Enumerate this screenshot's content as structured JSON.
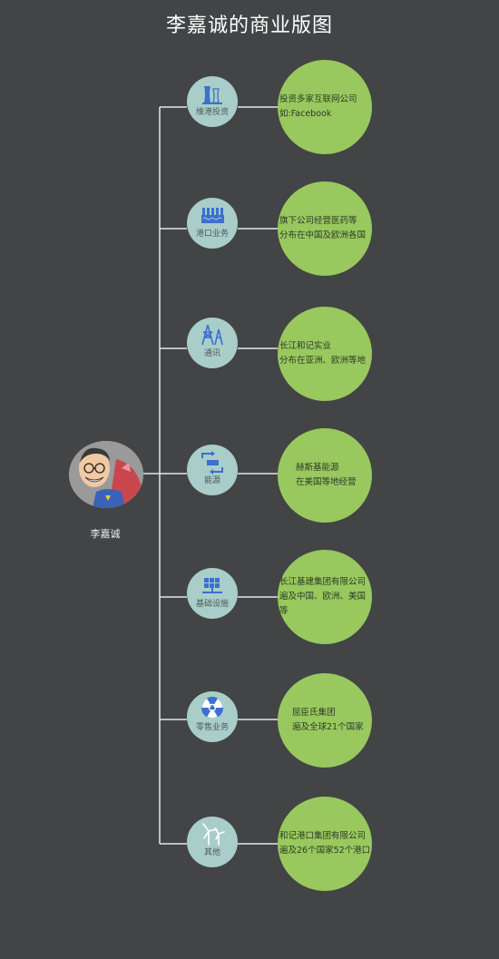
{
  "title": "李嘉诚的商业版图",
  "person": {
    "name": "李嘉诚"
  },
  "colors": {
    "background": "#434445",
    "connector": "#e6e6e6",
    "category_circle": "#a9cdc8",
    "description_circle": "#98c85e",
    "icon": "#3b6fd0"
  },
  "branches": [
    {
      "label": "维港投资",
      "icon": "cooling-tower-icon",
      "lines": [
        "投资多家互联网公司",
        "如:Facebook"
      ]
    },
    {
      "label": "港口业务",
      "icon": "factory-icon",
      "lines": [
        "旗下公司经营医药等",
        "分布在中国及欧洲各国"
      ]
    },
    {
      "label": "通讯",
      "icon": "transmission-tower-icon",
      "lines": [
        "长江和记实业",
        "分布在亚洲、欧洲等地"
      ]
    },
    {
      "label": "能源",
      "icon": "energy-exchange-icon",
      "lines": [
        "赫斯基能源",
        "在美国等地经营"
      ]
    },
    {
      "label": "基础设施",
      "icon": "solar-panel-icon",
      "lines": [
        "长江基建集团有限公司",
        "遍及中国、欧洲、美国",
        "等"
      ]
    },
    {
      "label": "零售业务",
      "icon": "radiation-icon",
      "lines": [
        "屈臣氏集团",
        "遍及全球21个国家"
      ]
    },
    {
      "label": "其他",
      "icon": "wind-turbine-icon",
      "lines": [
        "和记港口集团有限公司",
        "遍及26个国家52个港口"
      ]
    }
  ]
}
